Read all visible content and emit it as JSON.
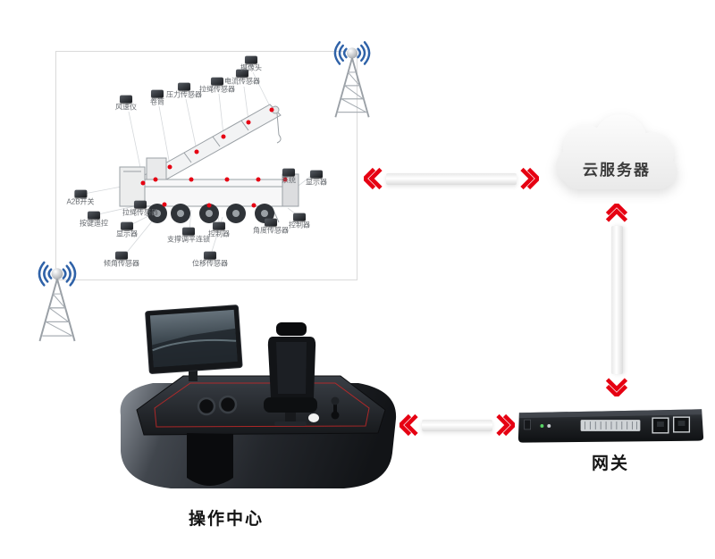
{
  "colors": {
    "accent_red": "#e60012",
    "wifi_blue": "#2f62a8",
    "panel_border": "#dadada"
  },
  "crane_panel": {
    "sensors": [
      "风速仪",
      "卷筒",
      "压力传感器",
      "拉绳传感器",
      "电流传感器",
      "摄像头",
      "系统",
      "显示器",
      "A2B开关",
      "按键遥控",
      "拉绳传感器",
      "显示器",
      "支撑调平连锁",
      "控制器",
      "角度传感器",
      "控制器",
      "倾角传感器",
      "位移传感器"
    ]
  },
  "nodes": {
    "cloud": {
      "label": "云服务器"
    },
    "gateway": {
      "label": "网关"
    },
    "console": {
      "label": "操作中心"
    }
  },
  "icons": {
    "radio_tower": "lattice tower with wifi arcs",
    "cloud_server": "cloud shape",
    "link_arrow": "red double chevrons with light beam",
    "sensor_chip": "small dark device chip"
  }
}
